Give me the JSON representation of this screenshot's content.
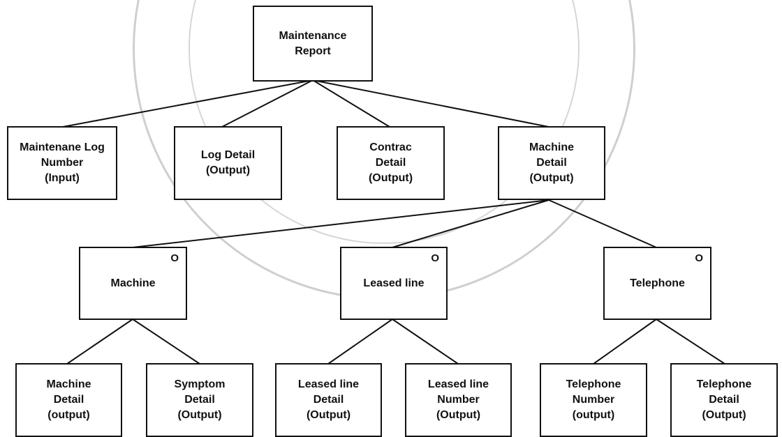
{
  "diagram": {
    "root": {
      "label": "Maintenance\nReport"
    },
    "level1": [
      {
        "id": "maintenance-log-number",
        "label": "Maintenane Log\nNumber\n(Input)"
      },
      {
        "id": "log-detail",
        "label": "Log Detail\n(Output)"
      },
      {
        "id": "contrac-detail",
        "label": "Contrac\nDetail\n(Output)"
      },
      {
        "id": "machine-detail",
        "label": "Machine\nDetail\n(Output)"
      }
    ],
    "level2": [
      {
        "id": "machine",
        "label": "Machine",
        "marker": "O"
      },
      {
        "id": "leased-line",
        "label": "Leased line",
        "marker": "O"
      },
      {
        "id": "telephone",
        "label": "Telephone",
        "marker": "O"
      }
    ],
    "level3": [
      {
        "id": "machine-detail-output",
        "label": "Machine\nDetail\n(output)"
      },
      {
        "id": "symptom-detail",
        "label": "Symptom\nDetail\n(Output)"
      },
      {
        "id": "leased-line-detail",
        "label": "Leased line\nDetail\n(Output)"
      },
      {
        "id": "leased-line-number",
        "label": "Leased line\nNumber\n(Output)"
      },
      {
        "id": "telephone-number",
        "label": "Telephone\nNumber\n(output)"
      },
      {
        "id": "telephone-detail",
        "label": "Telephone\nDetail\n(Output)"
      }
    ]
  }
}
